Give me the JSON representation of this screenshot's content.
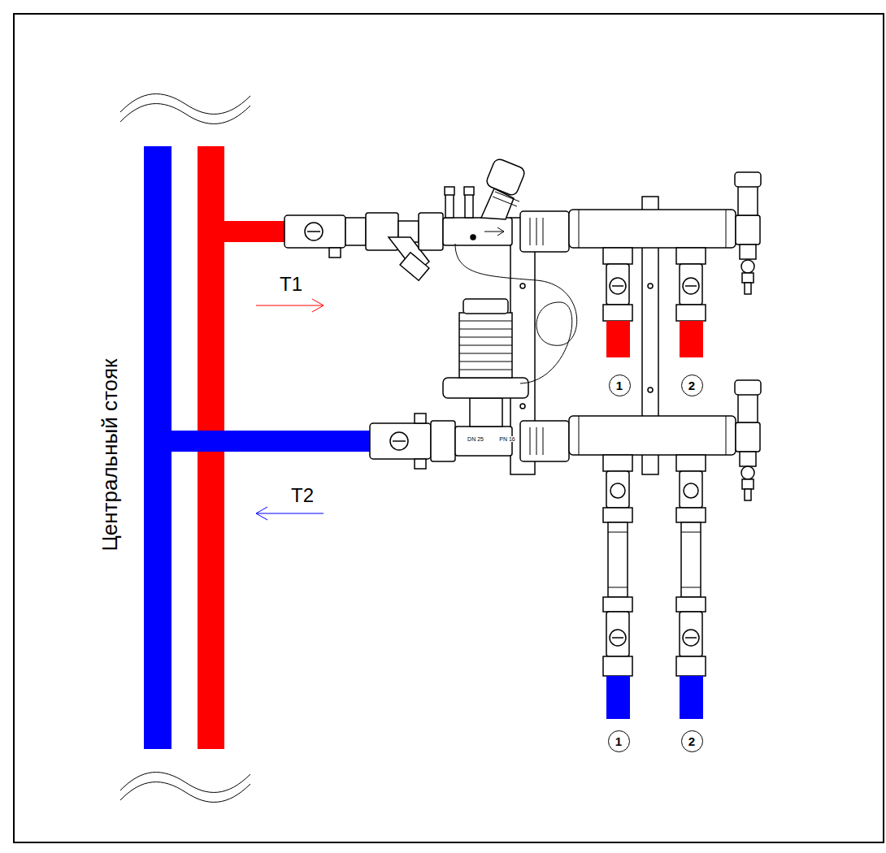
{
  "diagram": {
    "nodes": [
      {
        "text": [
          "1"
        ]
      },
      {
        "text": [
          "2"
        ]
      },
      {
        "text": [
          "1"
        ]
      },
      {
        "text": [
          "2"
        ]
      }
    ],
    "labels": [
      "Центральный стояк",
      "Т1",
      "Т2",
      "DN 25",
      "PN 16"
    ]
  }
}
